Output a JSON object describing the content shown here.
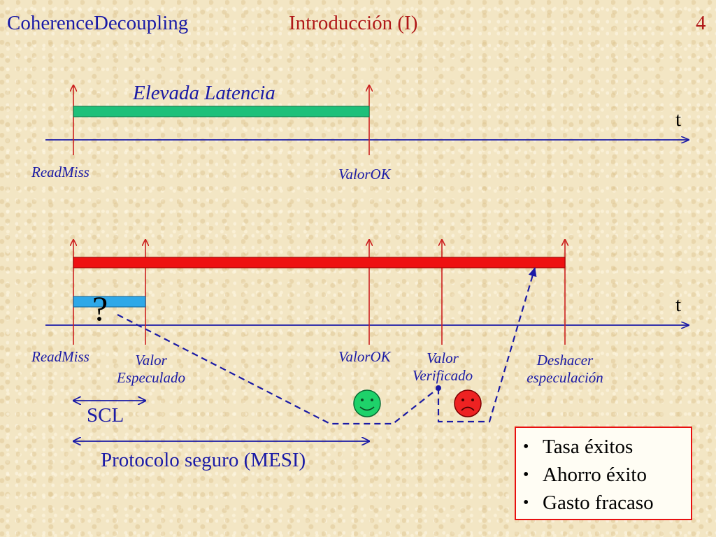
{
  "header": {
    "deck_title": "CoherenceDecoupling",
    "slide_title": "Introducción (I)",
    "slide_number": "4"
  },
  "timeline1": {
    "bar_label": "Elevada Latencia",
    "axis_label": "t",
    "events": [
      "ReadMiss",
      "ValorOK"
    ]
  },
  "timeline2": {
    "axis_label": "t",
    "question_mark": "?",
    "events": {
      "read_miss": "ReadMiss",
      "valor_especulado": [
        "Valor",
        "Especulado"
      ],
      "valor_ok": "ValorOK",
      "valor_verificado": [
        "Valor",
        "Verificado"
      ],
      "deshacer": [
        "Deshacer",
        "especulación"
      ]
    }
  },
  "spans": {
    "scl": "SCL",
    "protocolo": "Protocolo seguro (MESI)"
  },
  "legend": {
    "bullet": "•",
    "items": [
      "Tasa éxitos",
      "Ahorro éxito",
      "Gasto fracaso"
    ]
  },
  "colors": {
    "header_blue": "#1a1aa6",
    "header_red": "#b01818",
    "green_bar": "#1ec07a",
    "red_bar": "#ee1111",
    "blue_bar": "#2ea8e8",
    "marker_red": "#cc2020",
    "smiley_green": "#1ed26a",
    "smiley_red": "#ee2222"
  }
}
